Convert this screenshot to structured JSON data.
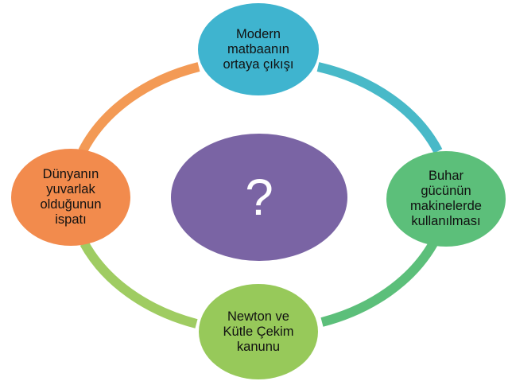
{
  "diagram": {
    "center": {
      "text": "?"
    },
    "nodes": {
      "top": {
        "text": "Modern\nmatbaanın\nortaya çıkışı"
      },
      "right": {
        "text": "Buhar\ngücünün\nmakinelerde\nkullanılması"
      },
      "bottom": {
        "text": "Newton ve\nKütle Çekim\nkanunu"
      },
      "left": {
        "text": "Dünyanın\nyuvarlak\nolduğunun\nispatı"
      }
    },
    "colors": {
      "top": "#3fb4cf",
      "right": "#5cbf7a",
      "bottom": "#97c95a",
      "left": "#f28b4d",
      "center": "#7a64a4",
      "arc_top_right": "#48b9c8",
      "arc_right_bottom": "#5cbf7a",
      "arc_bottom_left": "#9fcc62",
      "arc_left_top": "#f39a55"
    }
  }
}
